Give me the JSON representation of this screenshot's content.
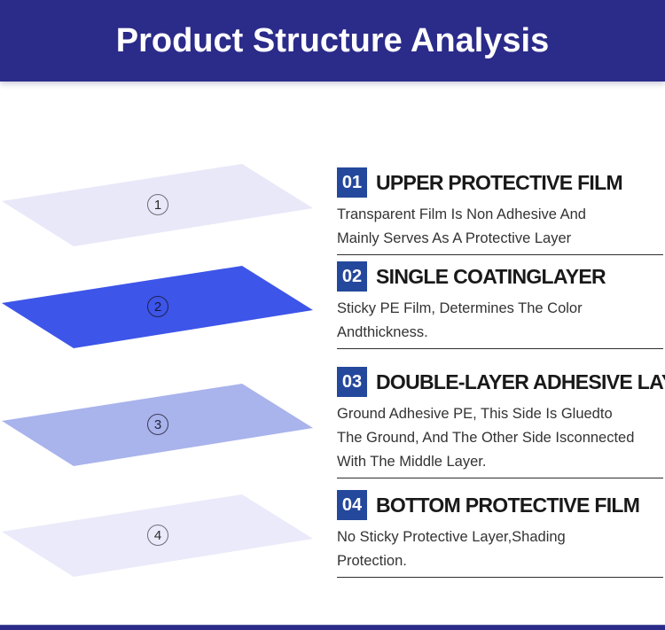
{
  "banner": {
    "title": "Product Structure Analysis",
    "bg_color": "#2b2b8a",
    "text_color": "#ffffff"
  },
  "layers": [
    {
      "label": "1",
      "color": "#e8e8f9"
    },
    {
      "label": "2",
      "color": "#3d55e8"
    },
    {
      "label": "3",
      "#comment": "",
      "color": "#a9b3ec"
    },
    {
      "label": "4",
      "color": "#eaeafa"
    }
  ],
  "badge_color": "#24489c",
  "sections": [
    {
      "num": "01",
      "title": "UPPER PROTECTIVE FILM",
      "body": "Transparent Film Is Non Adhesive And\nMainly Serves As A Protective Layer"
    },
    {
      "num": "02",
      "title": "SINGLE COATINGLAYER",
      "body": "Sticky PE Film, Determines The Color\nAndthickness."
    },
    {
      "num": "03",
      "title": "DOUBLE-LAYER ADHESIVE LAYER",
      "body": "Ground Adhesive PE, This Side Is Gluedto\nThe Ground, And The Other Side Isconnected\nWith The Middle Layer."
    },
    {
      "num": "04",
      "title": "BOTTOM PROTECTIVE FILM",
      "body": "No Sticky Protective Layer,Shading\nProtection."
    }
  ],
  "footer_strip_color": "#2b2b8a"
}
